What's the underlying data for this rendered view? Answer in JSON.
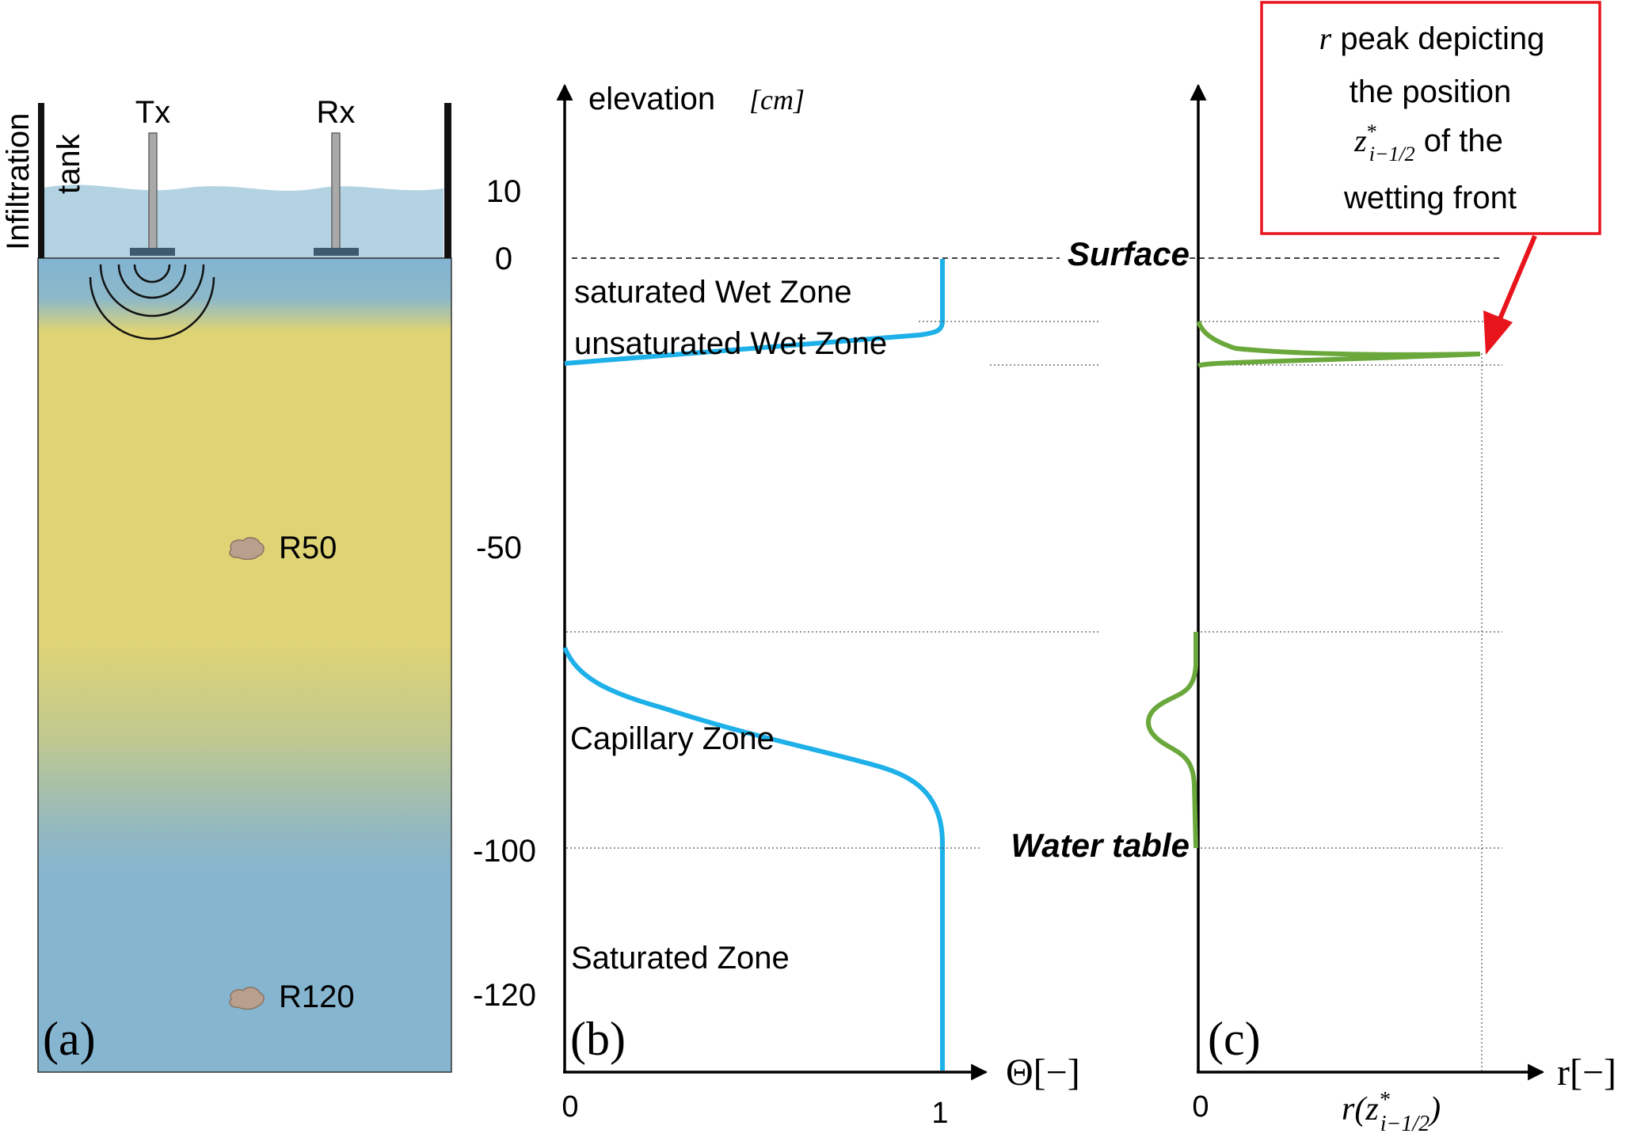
{
  "panel_a": {
    "label": "(a)",
    "tank_label_1": "Infiltration",
    "tank_label_2": "tank",
    "tx_label": "Tx",
    "rx_label": "Rx",
    "receivers": [
      "R50",
      "R120"
    ]
  },
  "panel_b": {
    "label": "(b)",
    "y_axis_title": "elevation",
    "y_axis_unit": "[cm]",
    "y_ticks": [
      "10",
      "0",
      "-50",
      "-100",
      "-120"
    ],
    "x_axis_title": "Θ[−]",
    "x_ticks": [
      "0",
      "1"
    ],
    "zones": [
      "saturated Wet Zone",
      "unsaturated Wet Zone",
      "Capillary Zone",
      "Saturated Zone"
    ]
  },
  "panel_c": {
    "label": "(c)",
    "x_axis_title": "r[−]",
    "x_tick_zero": "0",
    "x_tick_peak_prefix": "r(",
    "x_tick_peak_var": "z",
    "x_tick_peak_sup": "*",
    "x_tick_peak_sub": "i−1/2",
    "x_tick_peak_suffix": ")",
    "surface_label": "Surface",
    "water_table_label": "Water table",
    "callout": {
      "line1_var": "r",
      "line1_text": " peak depicting",
      "line2": "the position",
      "line3_var": "z",
      "line3_sup": "*",
      "line3_sub": "i−1/2",
      "line3_text": " of the",
      "line4": "wetting front"
    }
  },
  "colors": {
    "water": "#b3d3e3",
    "soil_blue": "#86b5d0",
    "soil_yellow": "#dfd475",
    "theta_curve": "#1eb0e8",
    "r_curve": "#6aa83c",
    "callout_red": "#e8141c",
    "probe_dark": "#3e5a6e"
  }
}
